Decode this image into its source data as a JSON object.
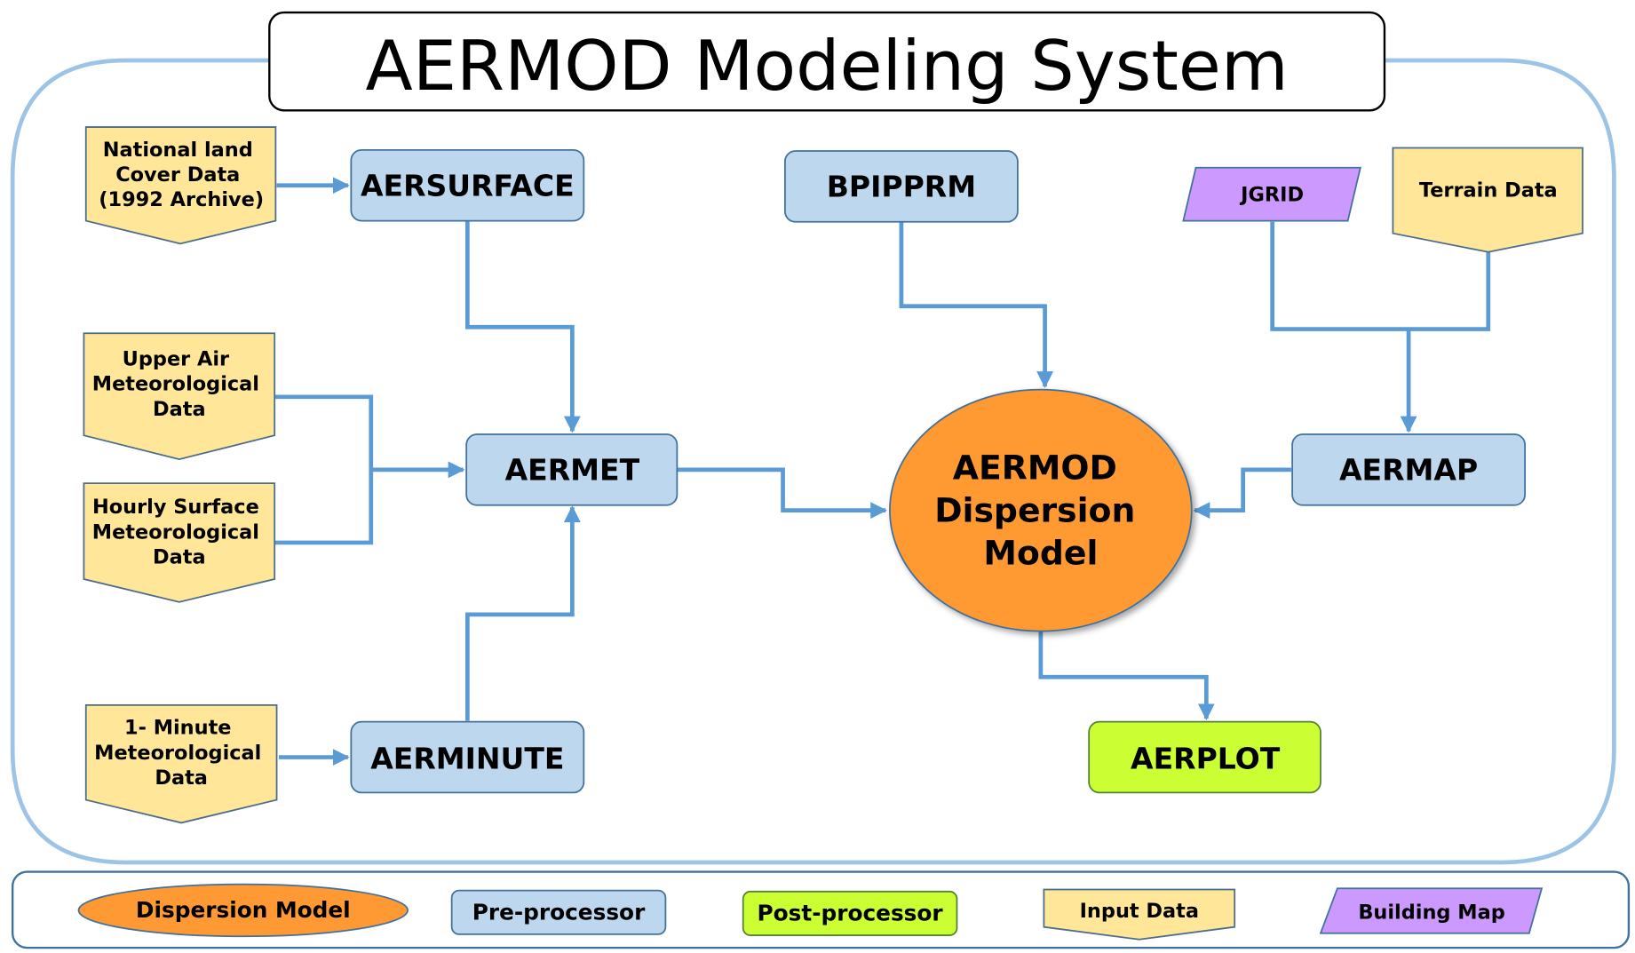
{
  "title": "AERMOD Modeling System",
  "nodes": {
    "national_land": [
      "National land",
      "Cover Data",
      "(1992 Archive)"
    ],
    "aersurface": "AERSURFACE",
    "bpipprm": "BPIPPRM",
    "jgrid": "JGRID",
    "terrain": "Terrain Data",
    "upper_air": [
      "Upper Air",
      "Meteorological",
      "Data"
    ],
    "hourly_surface": [
      "Hourly Surface",
      "Meteorological",
      "Data"
    ],
    "aermet": "AERMET",
    "aermod": [
      "AERMOD",
      "Dispersion",
      "Model"
    ],
    "aermap": "AERMAP",
    "one_minute": [
      "1- Minute",
      "Meteorological",
      "Data"
    ],
    "aerminute": "AERMINUTE",
    "aerplot": "AERPLOT"
  },
  "legend": {
    "dispersion_model": "Dispersion Model",
    "pre_processor": "Pre-processor",
    "post_processor": "Post-processor",
    "input_data": "Input Data",
    "building_map": "Building Map"
  },
  "colors": {
    "dispersion_model": "#ff9933",
    "pre_processor": "#bdd7ee",
    "post_processor": "#ccff33",
    "input_data": "#ffe699",
    "building_map": "#cc99ff",
    "connector": "#5b9bd5"
  }
}
